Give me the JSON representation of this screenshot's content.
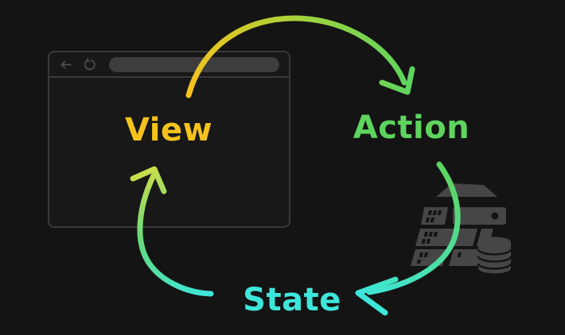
{
  "diagram": {
    "background_color": "#141414",
    "nodes": [
      {
        "id": "view",
        "label": "View",
        "color": "#f5c21e"
      },
      {
        "id": "action",
        "label": "Action",
        "color": "#5ed45e"
      },
      {
        "id": "state",
        "label": "State",
        "color": "#3de6da"
      }
    ],
    "arrows": [
      {
        "from": "view",
        "to": "action",
        "gradient": [
          "#f5c21e",
          "#5ed45e"
        ]
      },
      {
        "from": "action",
        "to": "state",
        "gradient": [
          "#5ed45e",
          "#3de6da"
        ]
      },
      {
        "from": "state",
        "to": "view",
        "gradient": [
          "#3de6da",
          "#c9dd4c"
        ]
      }
    ],
    "browser_window": {
      "frame_color": "#393939",
      "url_bar_color": "#3d3d3d",
      "url_bar_value": "",
      "icons": [
        "back-icon",
        "refresh-icon"
      ]
    },
    "server_icon": {
      "name": "server-database-icon",
      "color": "#464646"
    }
  }
}
